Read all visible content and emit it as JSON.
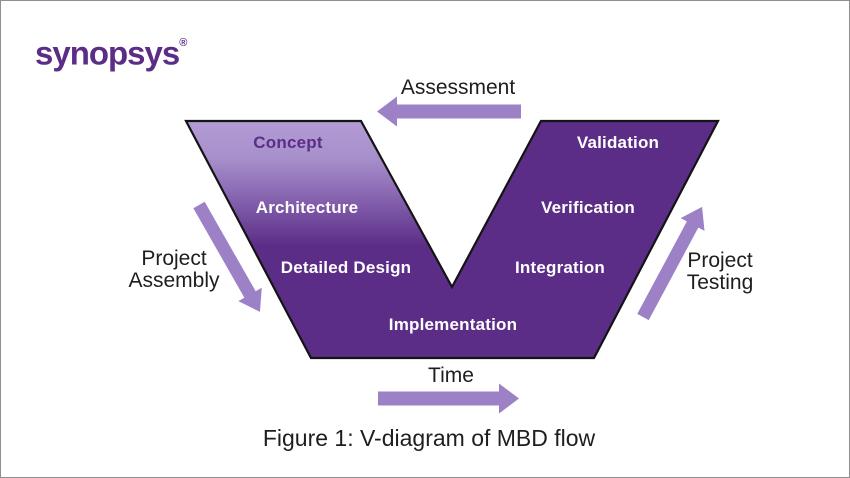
{
  "logo": {
    "brand": "synopsys",
    "trademark": "®"
  },
  "colors": {
    "brand_purple": "#5b2d87",
    "gradient_top": "#b39cd5",
    "arrow_purple": "#9c81c6",
    "outline_black": "#141414",
    "border_gray": "#8f8f8f"
  },
  "v_diagram": {
    "stages": [
      {
        "id": "concept",
        "label": "Concept"
      },
      {
        "id": "architecture",
        "label": "Architecture"
      },
      {
        "id": "detailed-design",
        "label": "Detailed Design"
      },
      {
        "id": "implementation",
        "label": "Implementation"
      },
      {
        "id": "integration",
        "label": "Integration"
      },
      {
        "id": "verification",
        "label": "Verification"
      },
      {
        "id": "validation",
        "label": "Validation"
      }
    ],
    "flow_labels": {
      "assessment": "Assessment",
      "time": "Time",
      "project_assembly": "Project\nAssembly",
      "project_testing": "Project\nTesting"
    }
  },
  "caption": "Figure 1: V-diagram of MBD flow"
}
